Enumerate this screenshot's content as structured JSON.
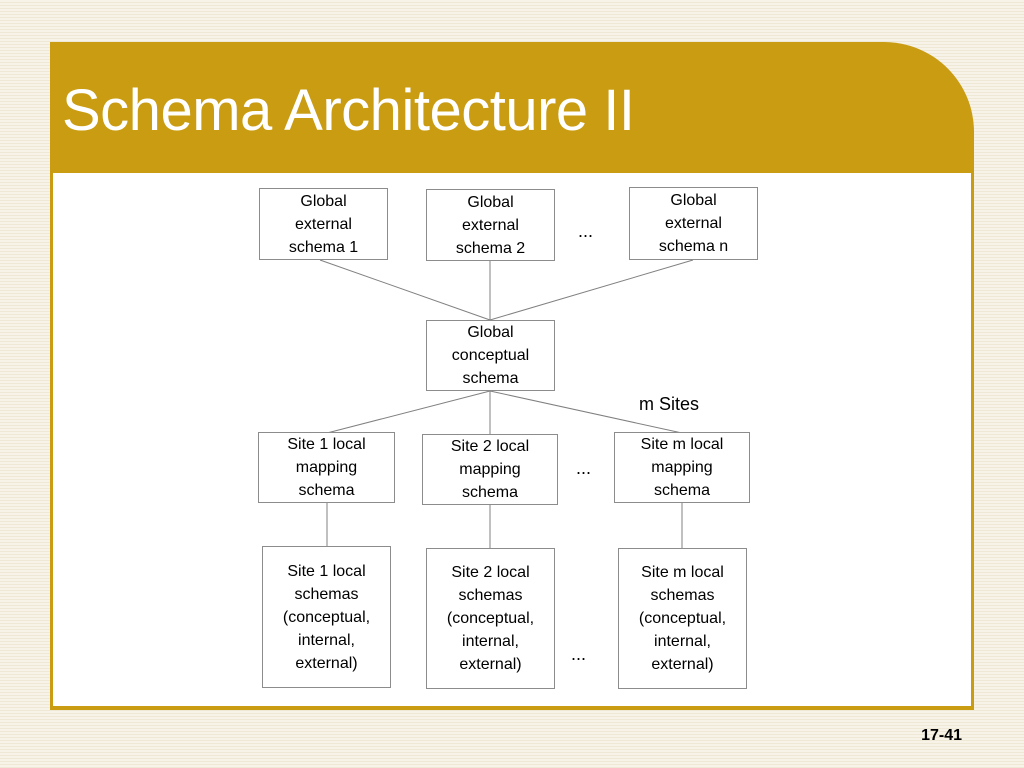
{
  "title": "Schema Architecture II",
  "page_number": "17-41",
  "nodes": {
    "global_external_1": "Global\nexternal\nschema 1",
    "global_external_2": "Global\nexternal\nschema 2",
    "global_external_n": "Global\nexternal\nschema n",
    "global_conceptual": "Global\nconceptual\nschema",
    "site1_mapping": "Site 1 local\nmapping\nschema",
    "site2_mapping": "Site 2  local\nmapping\nschema",
    "sitem_mapping": "Site m local\nmapping\nschema",
    "site1_local": "Site 1 local\nschemas\n(conceptual,\ninternal,\nexternal)",
    "site2_local": "Site 2 local\nschemas\n(conceptual,\ninternal,\nexternal)",
    "sitem_local": "Site m local\nschemas\n(conceptual,\ninternal,\nexternal)"
  },
  "ellipsis": "...",
  "sites_label": "m Sites",
  "colors": {
    "header": "#c99c12",
    "title_text": "#ffffff",
    "box_border": "#8c8c8c",
    "connector": "#808080"
  }
}
